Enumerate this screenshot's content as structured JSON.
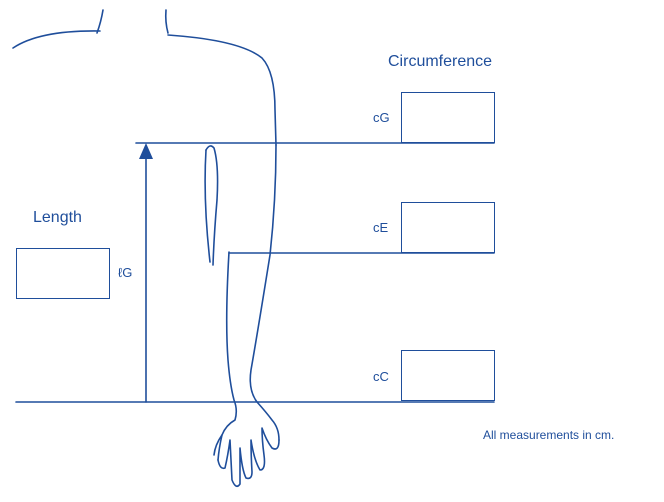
{
  "colors": {
    "line": "#1f4e9b",
    "background": "#ffffff"
  },
  "headings": {
    "circumference": "Circumference",
    "length": "Length"
  },
  "fields": {
    "cG": {
      "label": "cG",
      "value": ""
    },
    "cE": {
      "label": "cE",
      "value": ""
    },
    "cC": {
      "label": "cC",
      "value": ""
    },
    "lG": {
      "label": "ℓG",
      "value": ""
    }
  },
  "note": "All measurements in cm."
}
